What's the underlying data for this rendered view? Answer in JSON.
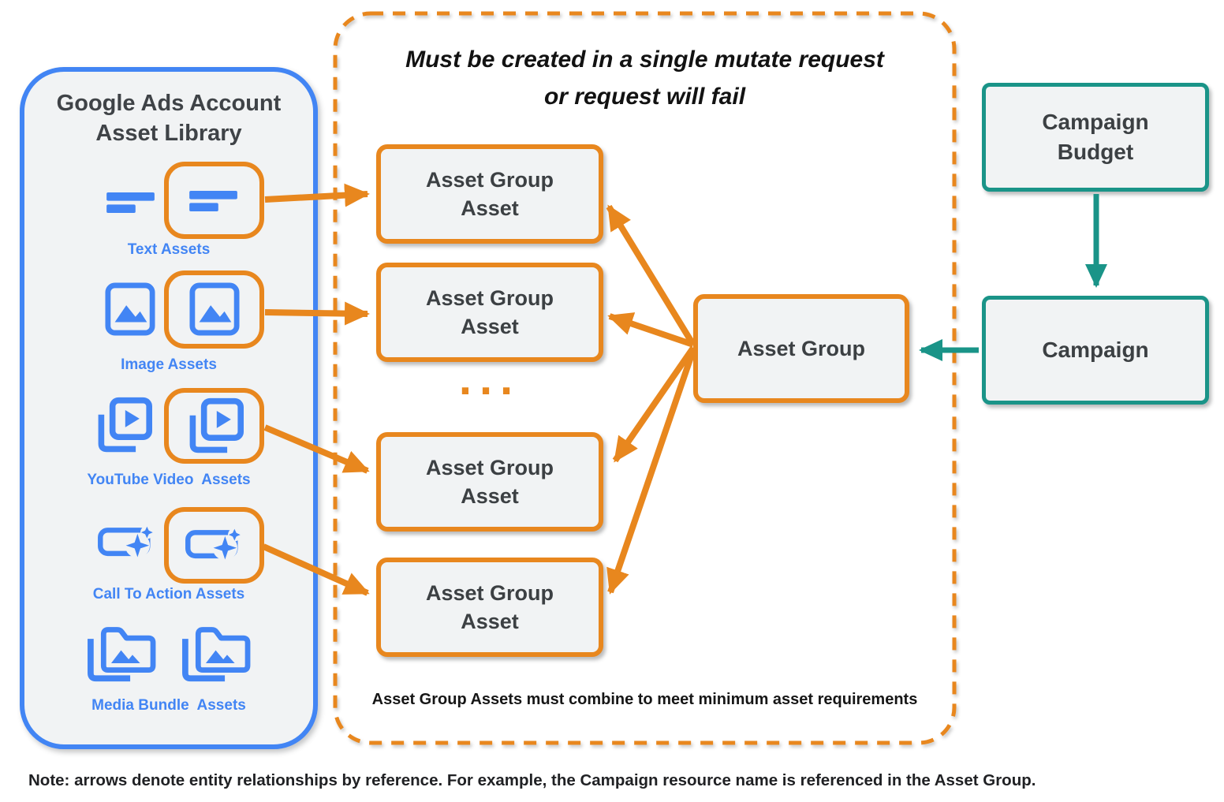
{
  "library": {
    "title": "Google Ads Account\nAsset Library",
    "rows": [
      {
        "icon": "text-lines-icon",
        "label": "Text Assets"
      },
      {
        "icon": "image-icon",
        "label": "Image Assets"
      },
      {
        "icon": "youtube-video-icon",
        "label": "YouTube Video  Assets"
      },
      {
        "icon": "call-to-action-icon",
        "label": "Call To Action Assets"
      },
      {
        "icon": "media-bundle-icon",
        "label": "Media Bundle  Assets"
      }
    ]
  },
  "mutate_box": {
    "title": "Must be created in a single mutate request\nor request will fail",
    "asset_group_asset_label": "Asset Group\nAsset",
    "ellipsis": "...",
    "caption": "Asset Group Assets must combine to meet minimum asset requirements"
  },
  "entities": {
    "asset_group": "Asset Group",
    "campaign_budget": "Campaign\nBudget",
    "campaign": "Campaign"
  },
  "note": "Note: arrows denote entity relationships by reference. For example, the Campaign resource name is referenced in the Asset Group.",
  "colors": {
    "blue": "#4285F4",
    "orange": "#E8871E",
    "teal": "#1A9488",
    "box_fill": "#F1F3F4",
    "text_dark": "#3C4043"
  }
}
